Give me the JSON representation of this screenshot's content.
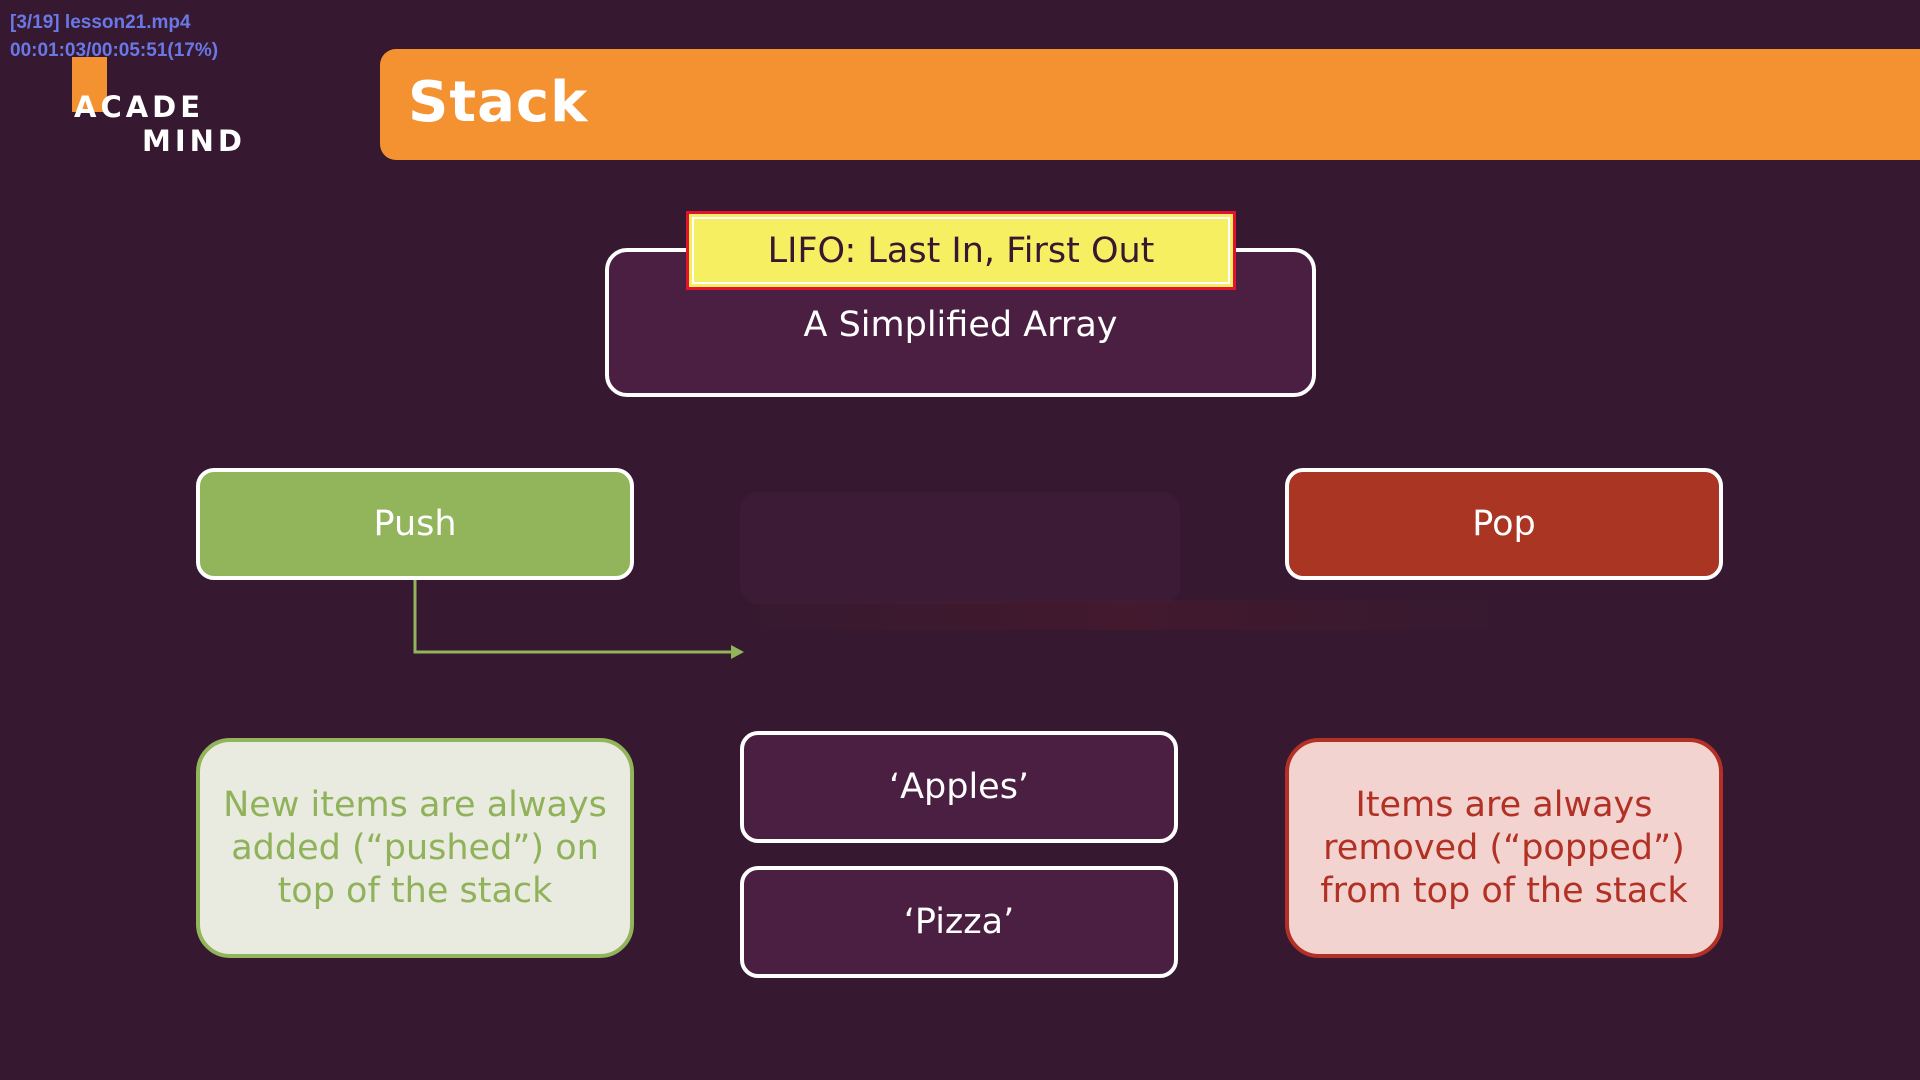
{
  "video_overlay": {
    "file_line": "[3/19] lesson21.mp4",
    "time_line": "00:01:03/00:05:51(17%)"
  },
  "logo": {
    "line1": "ACADE",
    "line2": "MIND",
    "brand_color": "#f49130"
  },
  "header": {
    "title": "Stack",
    "bar_color": "#f49130"
  },
  "definition": {
    "badge": "LIFO: Last In, First Out",
    "subtitle": "A Simplified Array"
  },
  "operations": {
    "push": {
      "label": "Push",
      "note": "New items are always added (“pushed”) on top of the stack",
      "color": "#92b45a"
    },
    "pop": {
      "label": "Pop",
      "note": "Items are always removed (“popped”) from top of the stack",
      "color": "#a93522"
    }
  },
  "stack_items": [
    "‘Apples’",
    "‘Pizza’"
  ],
  "colors": {
    "background": "#361930",
    "item_fill": "#4b1f42",
    "badge_fill": "#f6ef62",
    "badge_border": "#e2132c"
  }
}
